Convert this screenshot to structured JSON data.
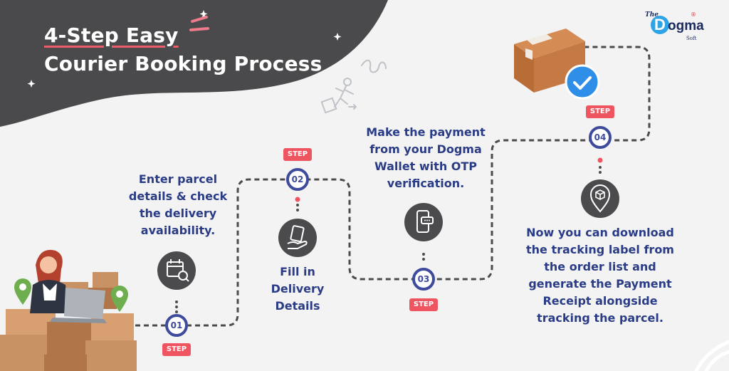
{
  "header": {
    "title_line1": "4-Step Easy",
    "title_line2": "Courier Booking Process"
  },
  "logo": {
    "the": "The",
    "d": "D",
    "word": "ogma",
    "soft": "Soft",
    "reg": "®"
  },
  "steps": [
    {
      "number": "01",
      "label": "STEP",
      "text": "Enter parcel details & check the delivery availability.",
      "icon": "calendar-search-icon"
    },
    {
      "number": "02",
      "label": "STEP",
      "text": "Fill in Delivery Details",
      "icon": "hand-document-icon"
    },
    {
      "number": "03",
      "label": "STEP",
      "text": "Make the payment from your Dogma Wallet with OTP verification.",
      "icon": "phone-message-icon"
    },
    {
      "number": "04",
      "label": "STEP",
      "text": "Now you can download the tracking label from the order list and generate the Payment Receipt alongside tracking the parcel.",
      "icon": "location-box-icon"
    }
  ],
  "colors": {
    "navy": "#2a3c86",
    "circle_border": "#3e4a9b",
    "step_red": "#ef5560",
    "dark_blob": "#4a4a4c",
    "background": "#f3f3f4",
    "box_brown": "#c57a45",
    "check_blue": "#2f8ee8"
  }
}
